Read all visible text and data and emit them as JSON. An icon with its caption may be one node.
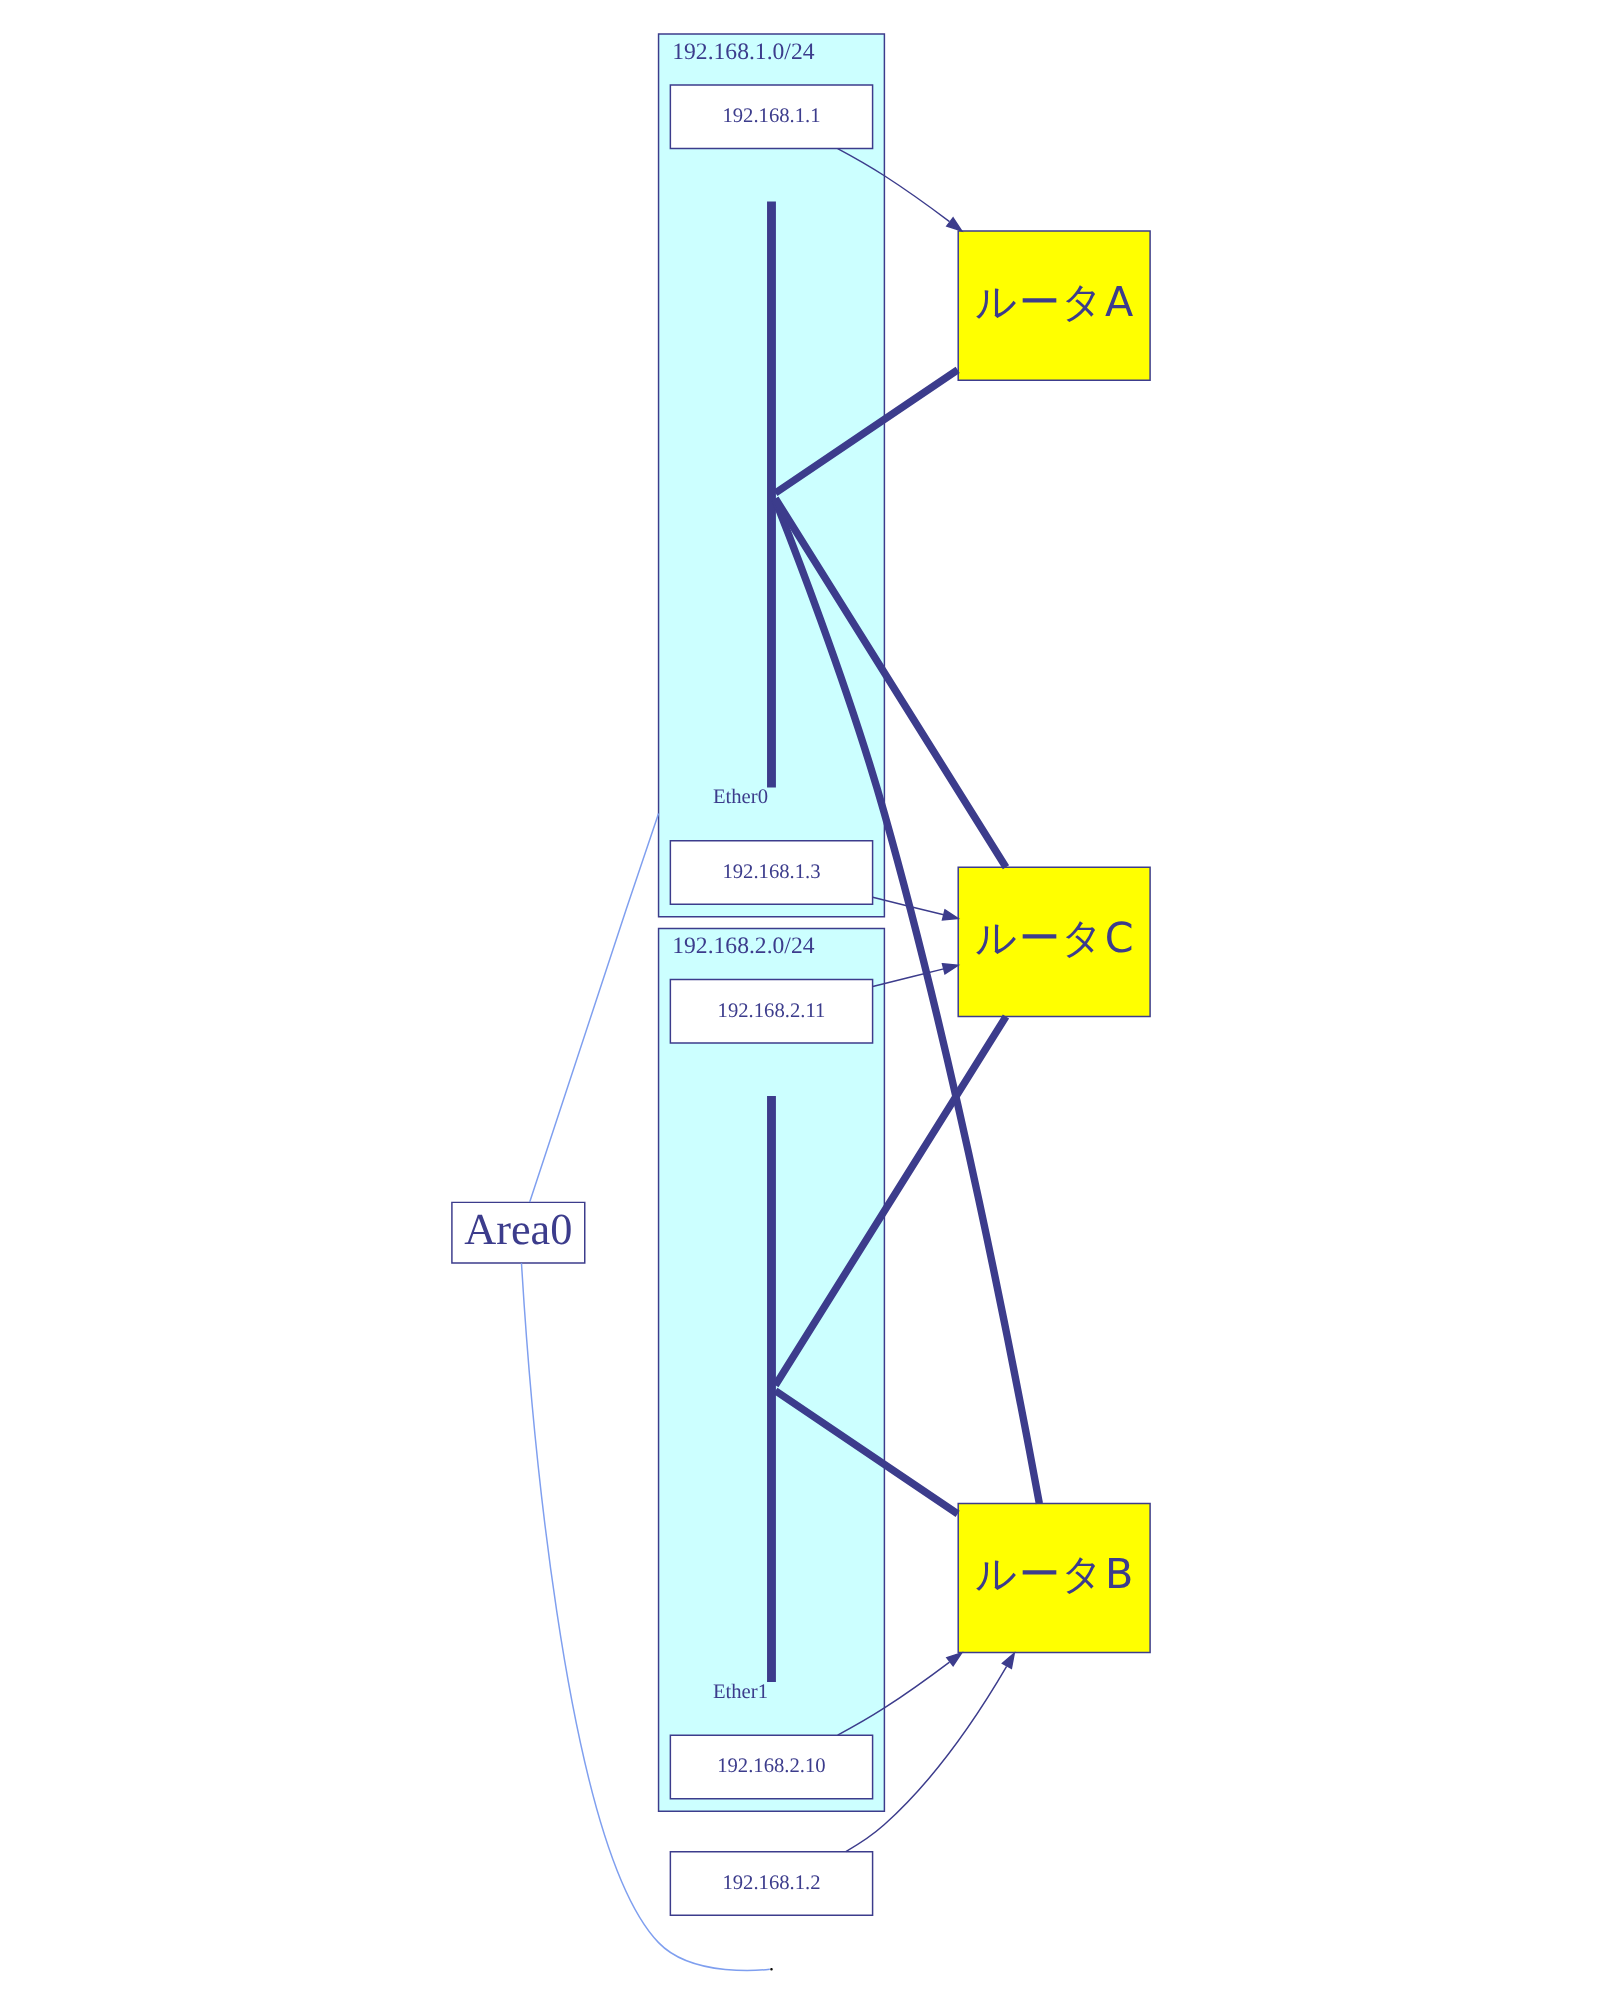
{
  "diagram": {
    "nodes": [
      {
        "text": [
          "Area0"
        ]
      },
      {
        "text": [
          "192.168.1.0/24"
        ]
      },
      {
        "text": [
          "192.168.2.0/24"
        ]
      },
      {
        "text": [],
        "shape": "bar",
        "beside": [
          "Ether0"
        ],
        "in": 1
      },
      {
        "text": [],
        "shape": "bar",
        "beside": [
          "Ether1"
        ],
        "in": 2
      },
      {
        "text": [
          "ルータA"
        ]
      },
      {
        "text": [
          "ルータB"
        ]
      },
      {
        "text": [
          "ルータC"
        ]
      },
      {
        "text": [
          "192.168.1.1"
        ],
        "in": 1
      },
      {
        "text": [
          "192.168.1.2"
        ]
      },
      {
        "text": [
          "192.168.2.10"
        ],
        "in": 2
      },
      {
        "text": [
          "192.168.1.3"
        ],
        "in": 1
      },
      {
        "text": [
          "192.168.2.11"
        ],
        "in": 2
      }
    ],
    "edges": [
      {
        "from": 0,
        "to": 1,
        "arrow": "none",
        "color": "#7f9fef"
      },
      {
        "from": 0,
        "to": null,
        "arrow": "none",
        "color": "#7f9fef"
      },
      {
        "from": 3,
        "to": 5,
        "arrow": "none",
        "style": "thick"
      },
      {
        "from": 3,
        "to": 6,
        "arrow": "none",
        "style": "thick"
      },
      {
        "from": 3,
        "to": 7,
        "arrow": "none",
        "style": "thick"
      },
      {
        "from": 4,
        "to": 6,
        "arrow": "none",
        "style": "thick"
      },
      {
        "from": 4,
        "to": 7,
        "arrow": "none",
        "style": "thick"
      },
      {
        "from": 8,
        "to": 5,
        "arrow": "to"
      },
      {
        "from": 9,
        "to": 6,
        "arrow": "to"
      },
      {
        "from": 10,
        "to": 6,
        "arrow": "to"
      },
      {
        "from": 11,
        "to": 7,
        "arrow": "to"
      },
      {
        "from": 12,
        "to": 7,
        "arrow": "to"
      }
    ]
  }
}
